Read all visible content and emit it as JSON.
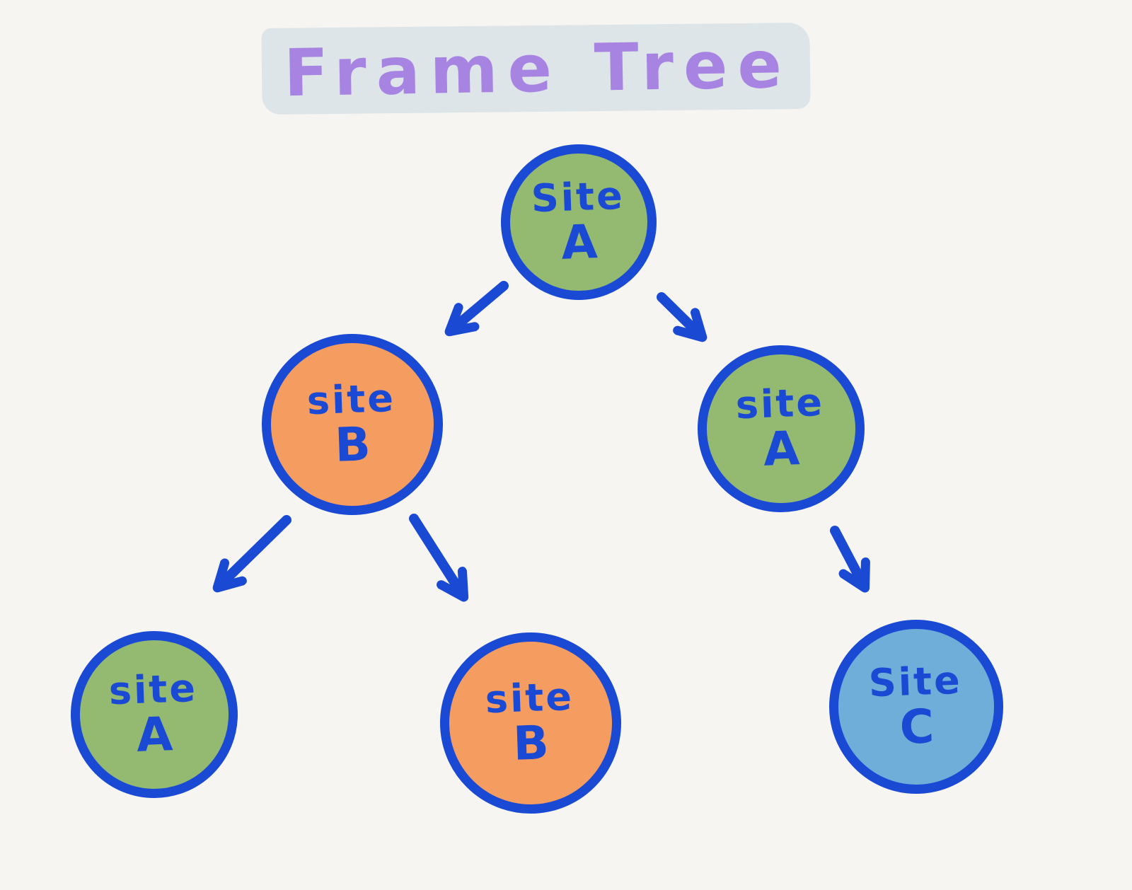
{
  "title": "Frame Tree",
  "colors": {
    "background": "#f6f5f2",
    "title_text": "#a884e2",
    "title_highlight": "#dde5e9",
    "stroke_blue": "#1a49d4",
    "node_green": "#94ba72",
    "node_orange": "#f59d61",
    "node_blue": "#70aeda"
  },
  "nodes": [
    {
      "id": "site-a-root",
      "line1": "Site",
      "line2": "A",
      "color": "#94ba72"
    },
    {
      "id": "site-b-left",
      "line1": "site",
      "line2": "B",
      "color": "#f59d61"
    },
    {
      "id": "site-a-right",
      "line1": "site",
      "line2": "A",
      "color": "#94ba72"
    },
    {
      "id": "site-a-bottom-left",
      "line1": "site",
      "line2": "A",
      "color": "#94ba72"
    },
    {
      "id": "site-b-bottom",
      "line1": "site",
      "line2": "B",
      "color": "#f59d61"
    },
    {
      "id": "site-c-bottom-right",
      "line1": "Site",
      "line2": "C",
      "color": "#70aeda"
    }
  ],
  "edges": [
    {
      "from": "site-a-root",
      "to": "site-b-left"
    },
    {
      "from": "site-a-root",
      "to": "site-a-right"
    },
    {
      "from": "site-b-left",
      "to": "site-a-bottom-left"
    },
    {
      "from": "site-b-left",
      "to": "site-b-bottom"
    },
    {
      "from": "site-a-right",
      "to": "site-c-bottom-right"
    }
  ]
}
